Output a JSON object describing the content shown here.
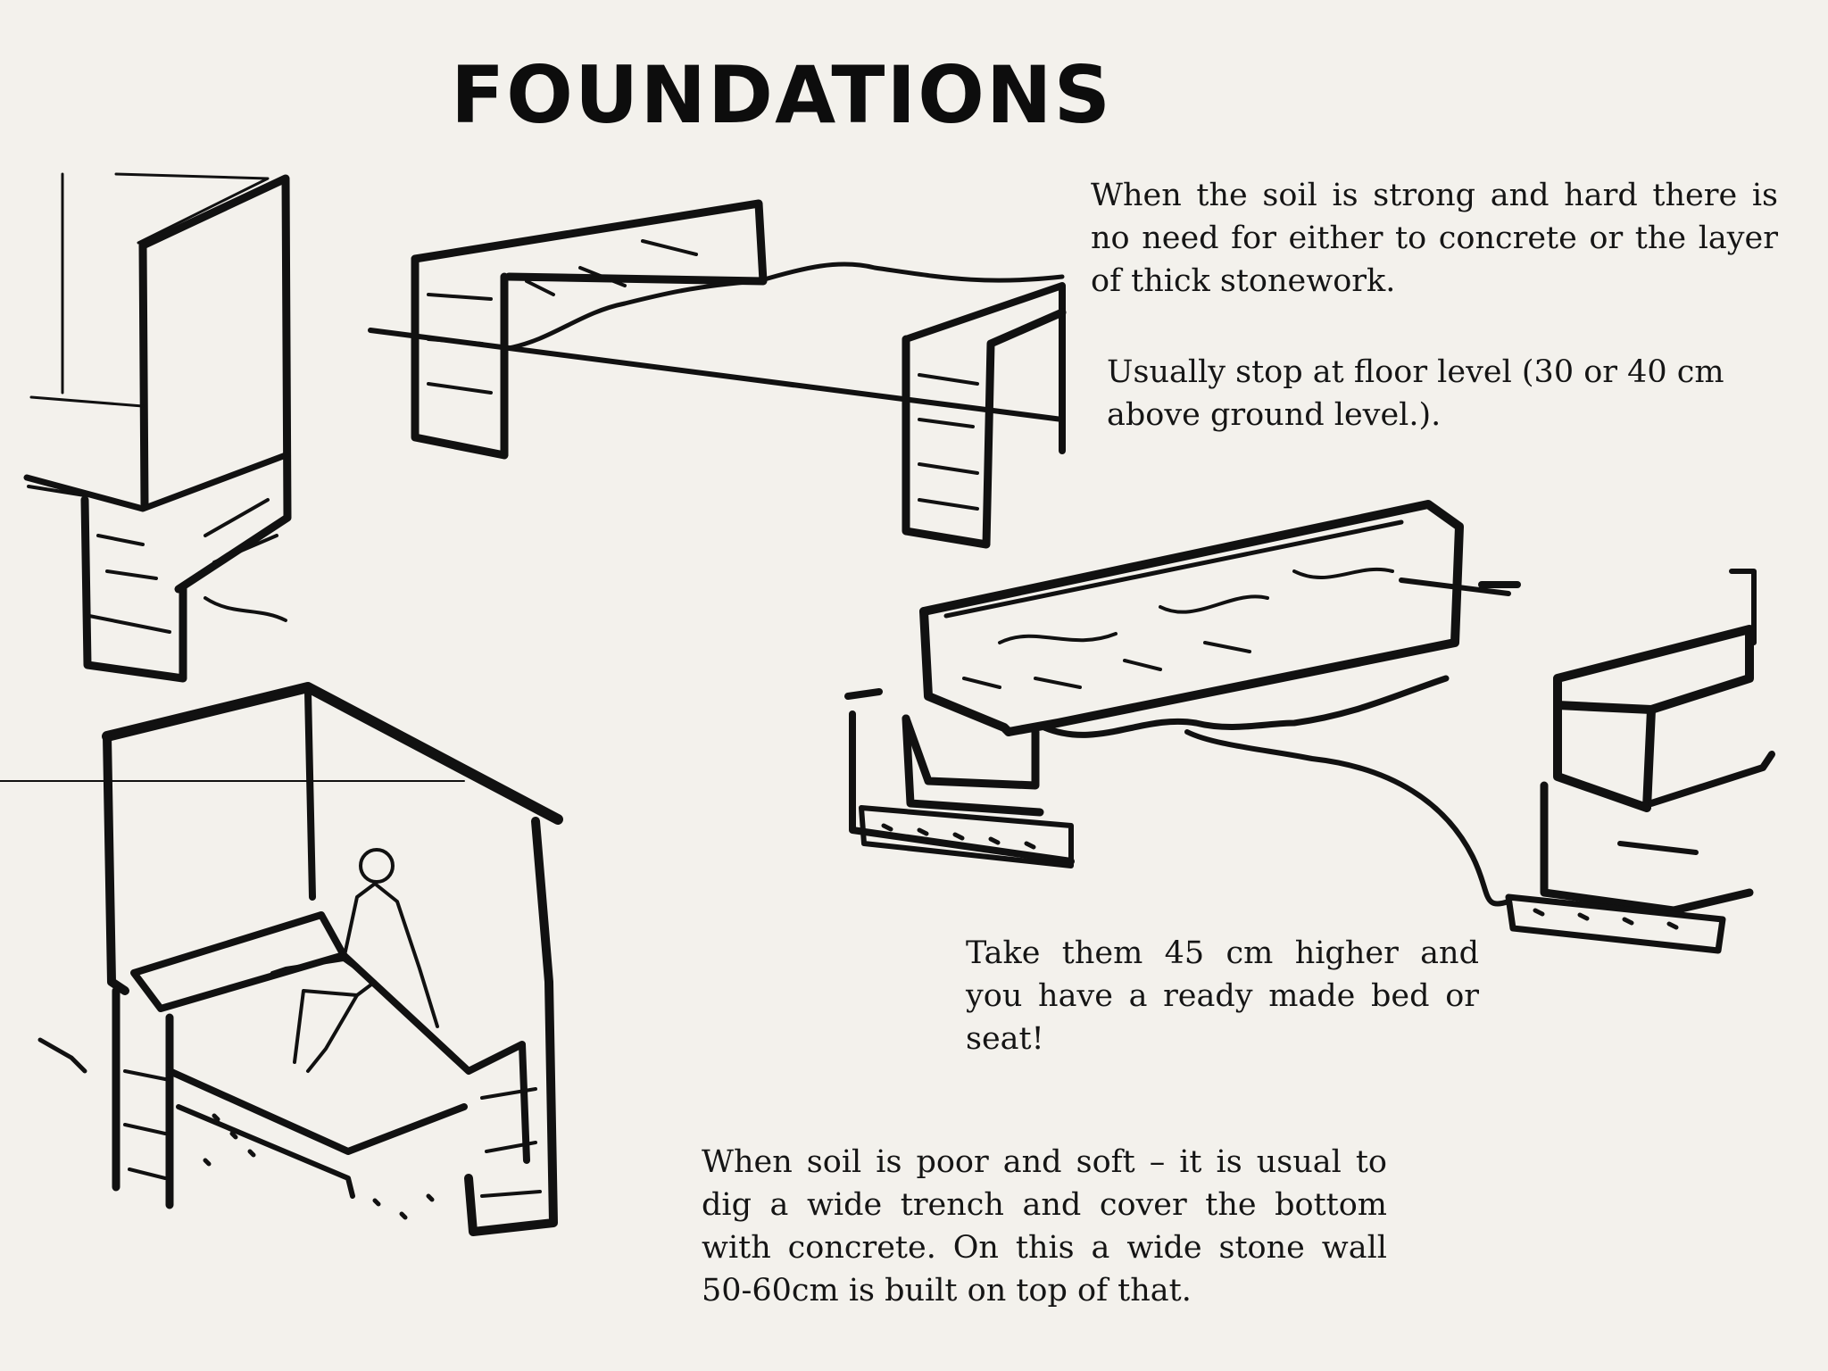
{
  "title": "FOUNDATIONS",
  "paragraphs": {
    "strong_soil": "When the soil is strong and hard there  is no need for either to concrete or  the layer of thick stonework.",
    "floor_level": "Usually stop at floor level  (30 or 40 cm above ground  level.).",
    "bed_seat": "Take them 45 cm higher and you have a ready made bed  or seat!",
    "poor_soil": "When soil is poor and soft – it is  usual to dig a wide trench and cover  the bottom with concrete. On this a  wide stone wall 50-60cm is built on  top of that."
  },
  "colors": {
    "background": "#f3f1ec",
    "ink": "#111111"
  }
}
